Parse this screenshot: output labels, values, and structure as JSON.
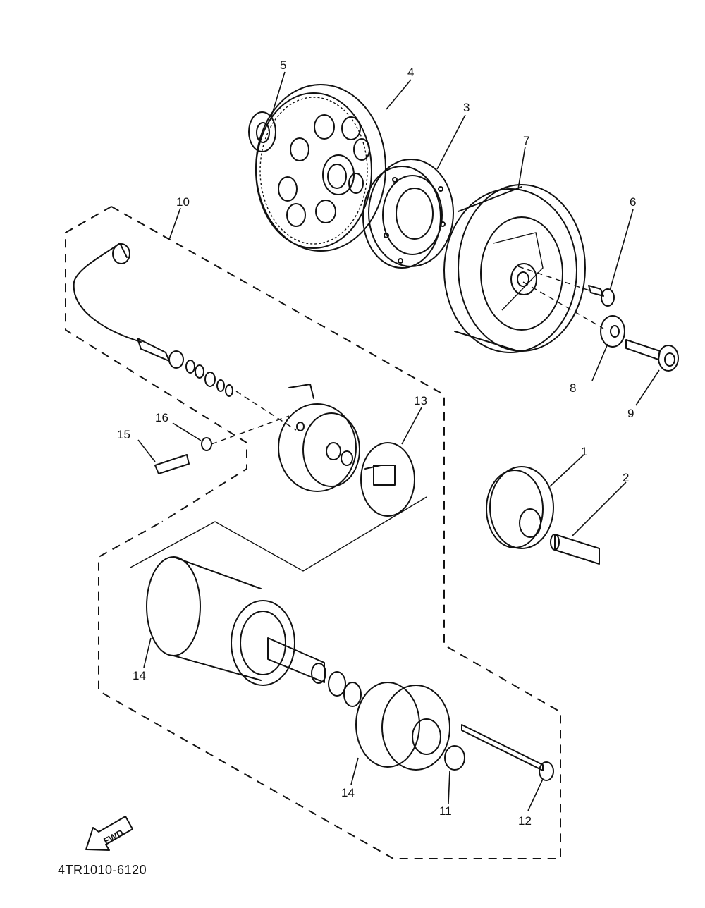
{
  "diagram_code": "4TR1010-6120",
  "fwd_label": "FWD",
  "callouts": {
    "c1": "1",
    "c2": "2",
    "c3": "3",
    "c4": "4",
    "c5": "5",
    "c6": "6",
    "c7": "7",
    "c8": "8",
    "c9": "9",
    "c10": "10",
    "c11": "11",
    "c12": "12",
    "c13": "13",
    "c14a": "14",
    "c14b": "14",
    "c15": "15",
    "c16": "16"
  }
}
